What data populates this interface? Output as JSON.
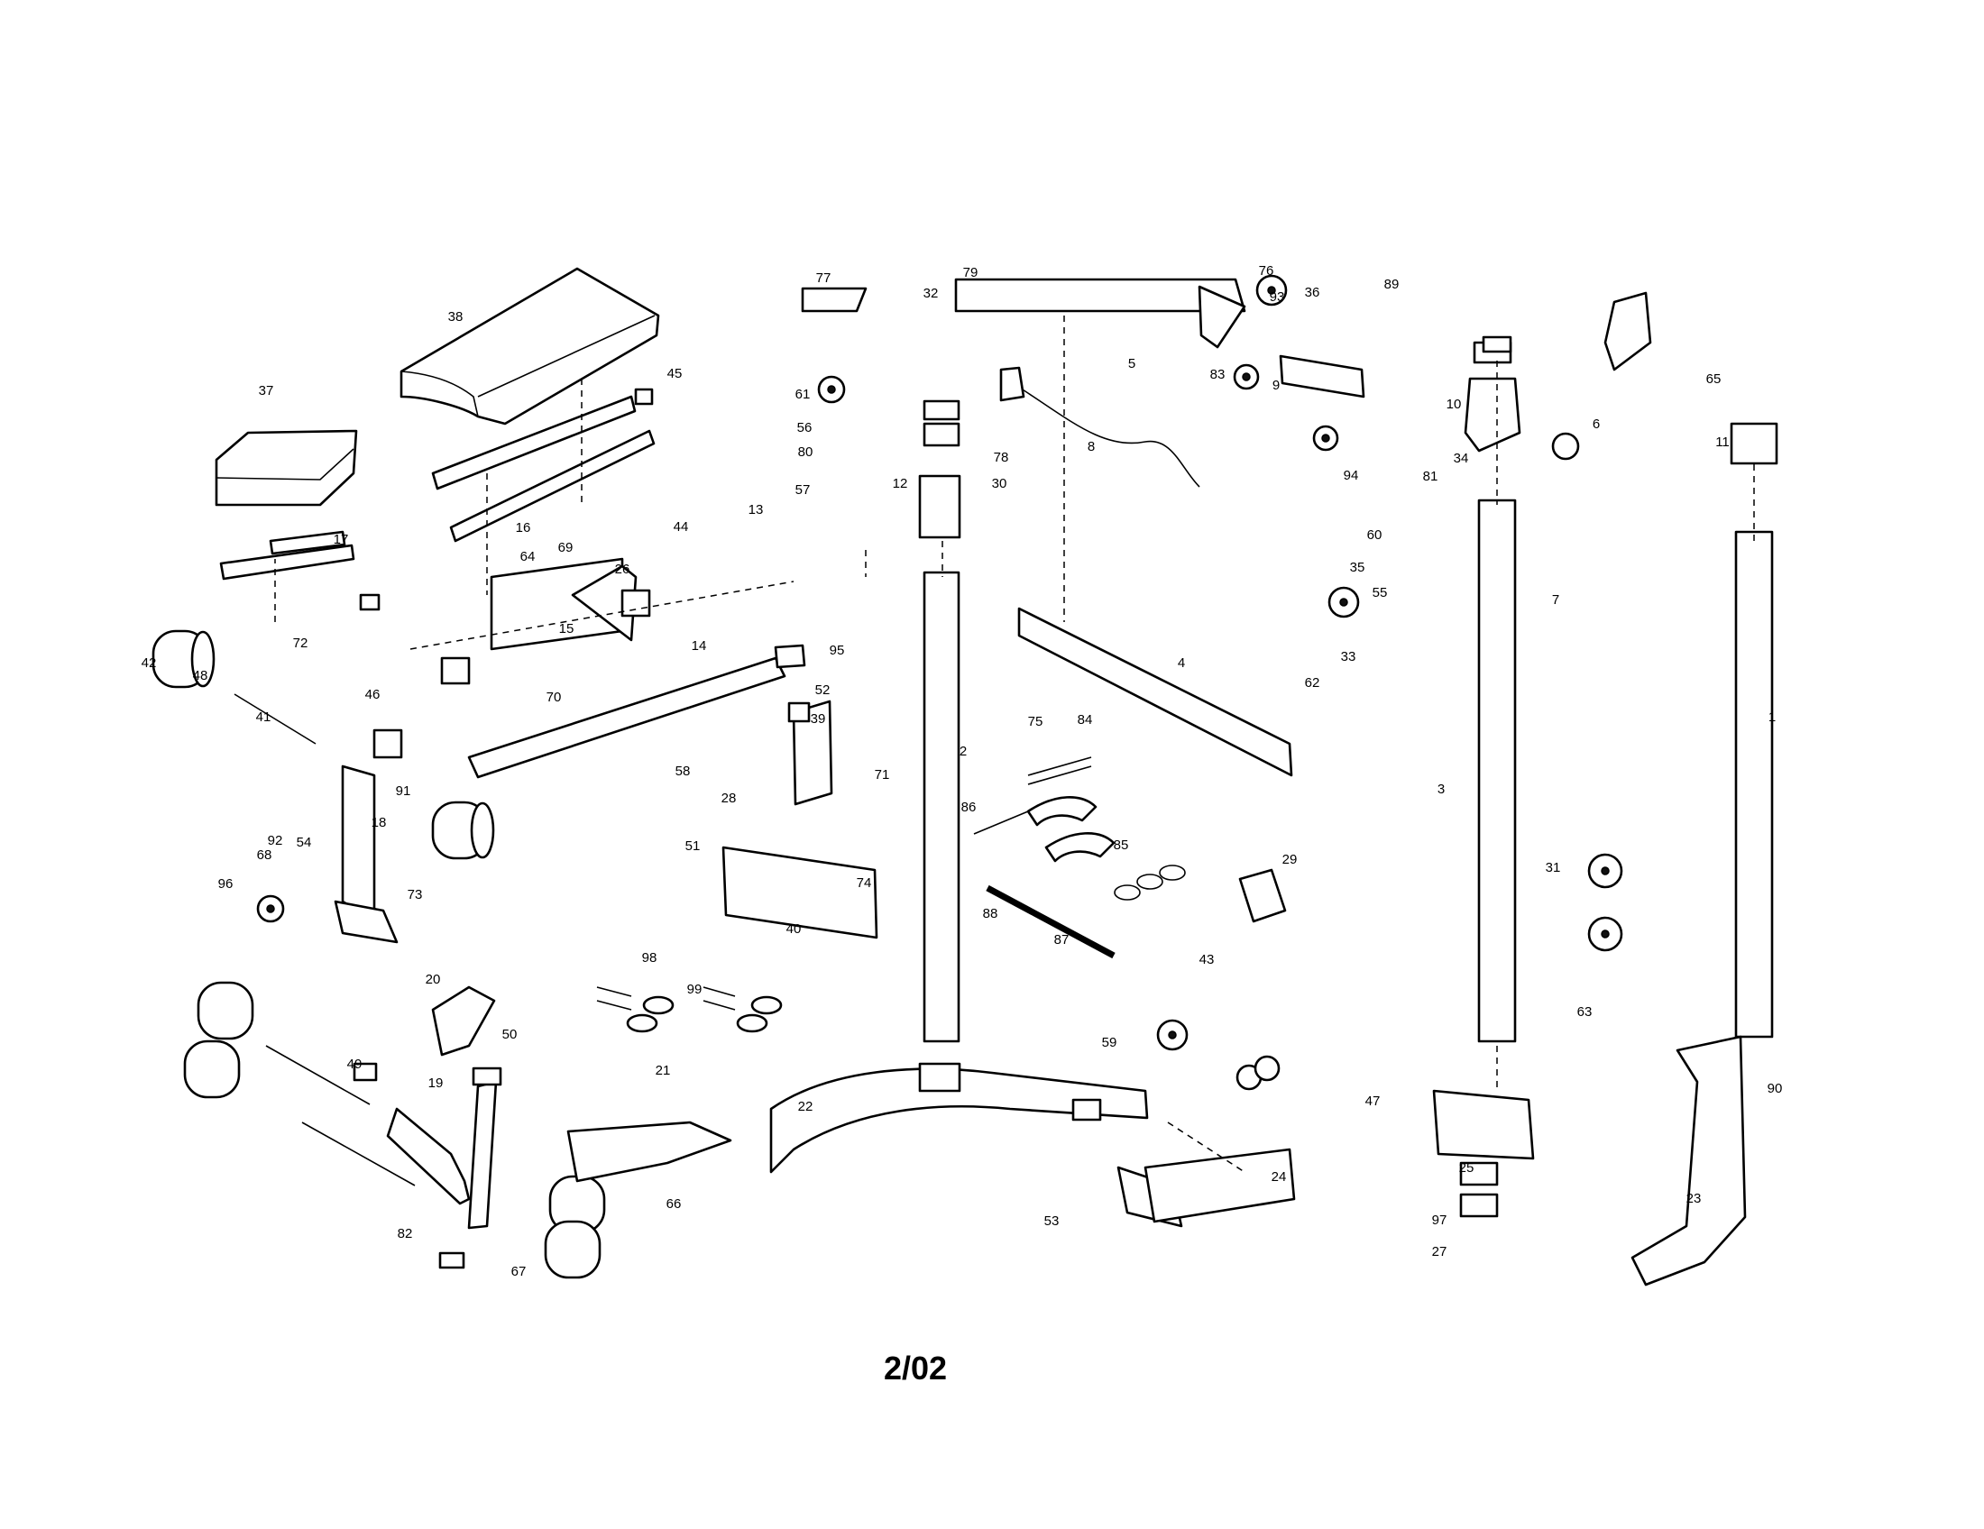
{
  "page_number": "2/02",
  "part_numbers": [
    "1",
    "2",
    "3",
    "4",
    "5",
    "6",
    "7",
    "8",
    "9",
    "10",
    "11",
    "12",
    "13",
    "14",
    "15",
    "16",
    "17",
    "18",
    "19",
    "20",
    "21",
    "22",
    "23",
    "24",
    "25",
    "26",
    "27",
    "28",
    "29",
    "30",
    "31",
    "32",
    "33",
    "34",
    "35",
    "36",
    "37",
    "38",
    "39",
    "40",
    "41",
    "42",
    "43",
    "44",
    "45",
    "46",
    "47",
    "48",
    "49",
    "50",
    "51",
    "52",
    "53",
    "54",
    "55",
    "56",
    "57",
    "58",
    "59",
    "60",
    "61",
    "62",
    "63",
    "64",
    "65",
    "66",
    "67",
    "68",
    "69",
    "70",
    "71",
    "72",
    "73",
    "74",
    "75",
    "76",
    "77",
    "78",
    "79",
    "80",
    "81",
    "82",
    "83",
    "84",
    "85",
    "86",
    "87",
    "88",
    "89",
    "90",
    "91",
    "92",
    "93",
    "94",
    "95",
    "96",
    "97",
    "98",
    "99"
  ]
}
